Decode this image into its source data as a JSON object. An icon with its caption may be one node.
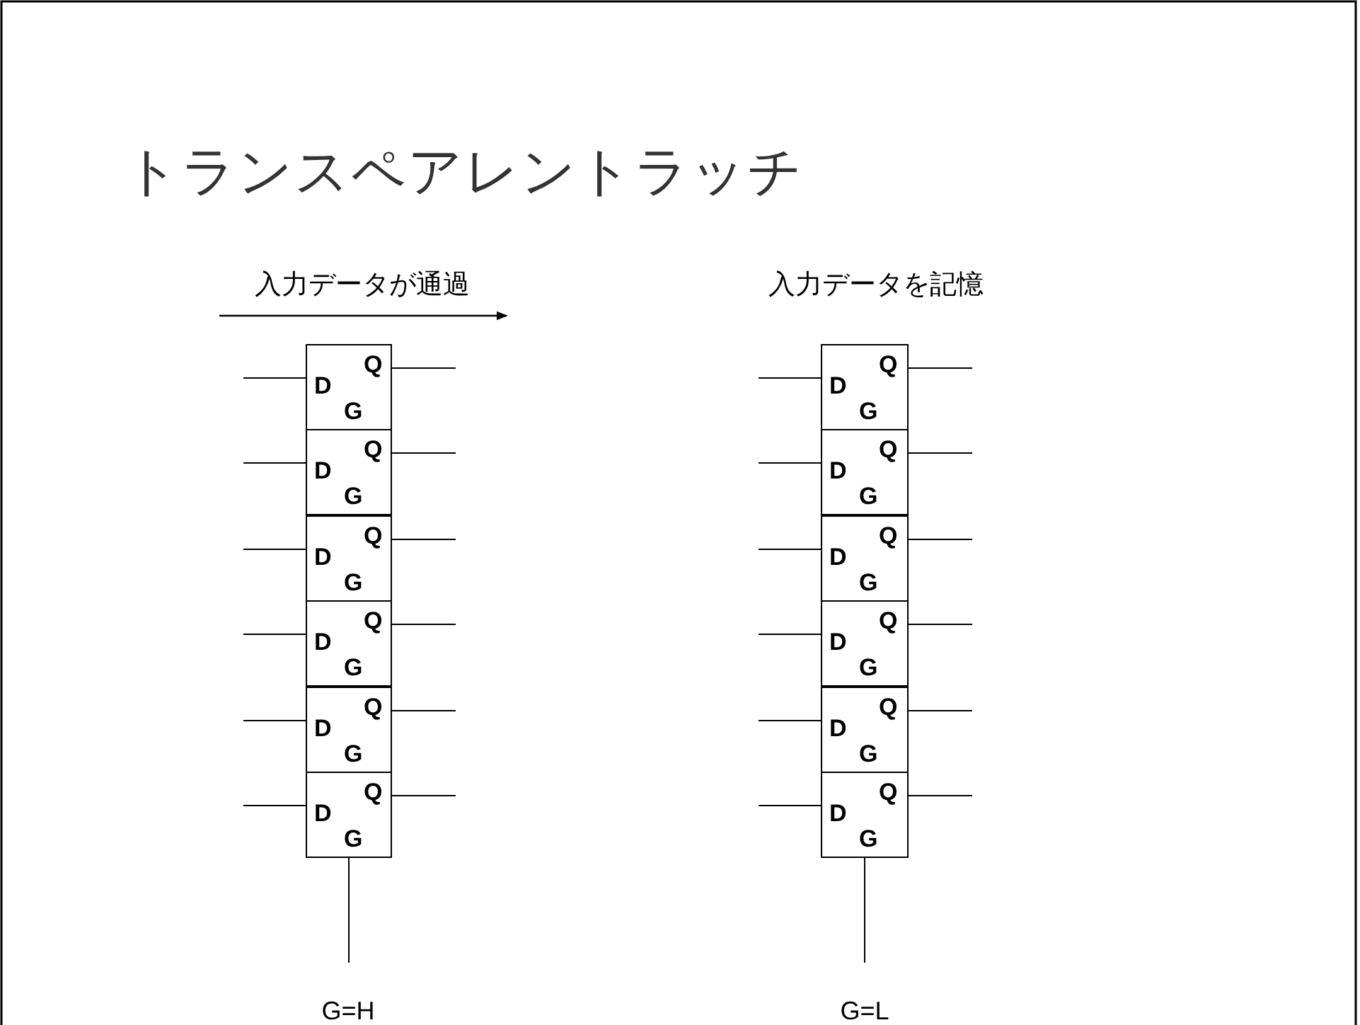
{
  "diagram": {
    "title": "トランスペアレントラッチ",
    "nodes": [
      {
        "text": [
          "D",
          "Q",
          "G"
        ]
      },
      {
        "text": [
          "D",
          "Q",
          "G"
        ]
      },
      {
        "text": [
          "D",
          "Q",
          "G"
        ]
      },
      {
        "text": [
          "D",
          "Q",
          "G"
        ]
      },
      {
        "text": [
          "D",
          "Q",
          "G"
        ]
      },
      {
        "text": [
          "D",
          "Q",
          "G"
        ]
      },
      {
        "text": [
          "D",
          "Q",
          "G"
        ]
      },
      {
        "text": [
          "D",
          "Q",
          "G"
        ]
      },
      {
        "text": [
          "D",
          "Q",
          "G"
        ]
      },
      {
        "text": [
          "D",
          "Q",
          "G"
        ]
      },
      {
        "text": [
          "D",
          "Q",
          "G"
        ]
      },
      {
        "text": [
          "D",
          "Q",
          "G"
        ]
      },
      {
        "text": [
          "G=H"
        ]
      },
      {
        "text": [
          "G=L"
        ]
      }
    ],
    "edges": [
      {
        "from": null,
        "to": 0,
        "arrow": "none"
      },
      {
        "from": 0,
        "to": null,
        "arrow": "none"
      },
      {
        "from": null,
        "to": 1,
        "arrow": "none"
      },
      {
        "from": 1,
        "to": null,
        "arrow": "none"
      },
      {
        "from": null,
        "to": 2,
        "arrow": "none"
      },
      {
        "from": 2,
        "to": null,
        "arrow": "none"
      },
      {
        "from": null,
        "to": 3,
        "arrow": "none"
      },
      {
        "from": 3,
        "to": null,
        "arrow": "none"
      },
      {
        "from": null,
        "to": 4,
        "arrow": "none"
      },
      {
        "from": 4,
        "to": null,
        "arrow": "none"
      },
      {
        "from": null,
        "to": 5,
        "arrow": "none"
      },
      {
        "from": 5,
        "to": null,
        "arrow": "none"
      },
      {
        "from": null,
        "to": 6,
        "arrow": "none"
      },
      {
        "from": 6,
        "to": null,
        "arrow": "none"
      },
      {
        "from": null,
        "to": 7,
        "arrow": "none"
      },
      {
        "from": 7,
        "to": null,
        "arrow": "none"
      },
      {
        "from": null,
        "to": 8,
        "arrow": "none"
      },
      {
        "from": 8,
        "to": null,
        "arrow": "none"
      },
      {
        "from": null,
        "to": 9,
        "arrow": "none"
      },
      {
        "from": 9,
        "to": null,
        "arrow": "none"
      },
      {
        "from": null,
        "to": 10,
        "arrow": "none"
      },
      {
        "from": 10,
        "to": null,
        "arrow": "none"
      },
      {
        "from": null,
        "to": 11,
        "arrow": "none"
      },
      {
        "from": 11,
        "to": null,
        "arrow": "none"
      },
      {
        "from": 5,
        "to": 12,
        "arrow": "none"
      },
      {
        "from": 11,
        "to": 13,
        "arrow": "none"
      }
    ],
    "labels": [
      "入力データが通過",
      "入力データを記憶"
    ]
  }
}
